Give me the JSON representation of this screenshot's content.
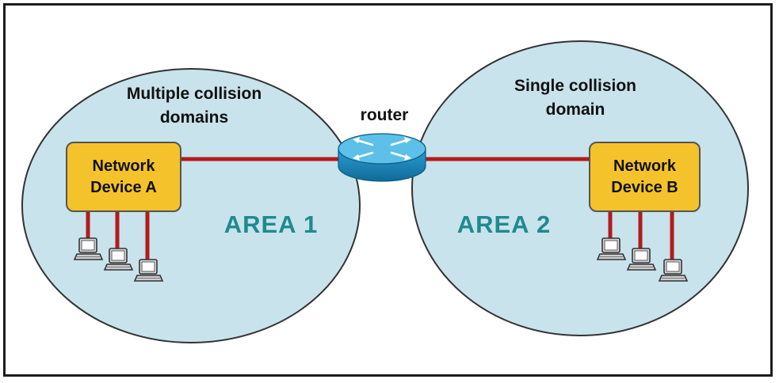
{
  "area1": {
    "description": "Multiple collision domains",
    "label": "AREA 1",
    "device_label": "Network Device A"
  },
  "area2": {
    "description": "Single collision domain",
    "label": "AREA 2",
    "device_label": "Network Device B"
  },
  "router": {
    "label": "router"
  },
  "colors": {
    "circle_fill": "#c8e3ec",
    "circle_stroke": "#333333",
    "device_fill": "#f4c22a",
    "link": "#b31b1b",
    "area_label": "#1f8a8f",
    "router_body": "#2a9ed2"
  },
  "icons": {
    "router": "router-icon",
    "host": "computer-icon"
  }
}
